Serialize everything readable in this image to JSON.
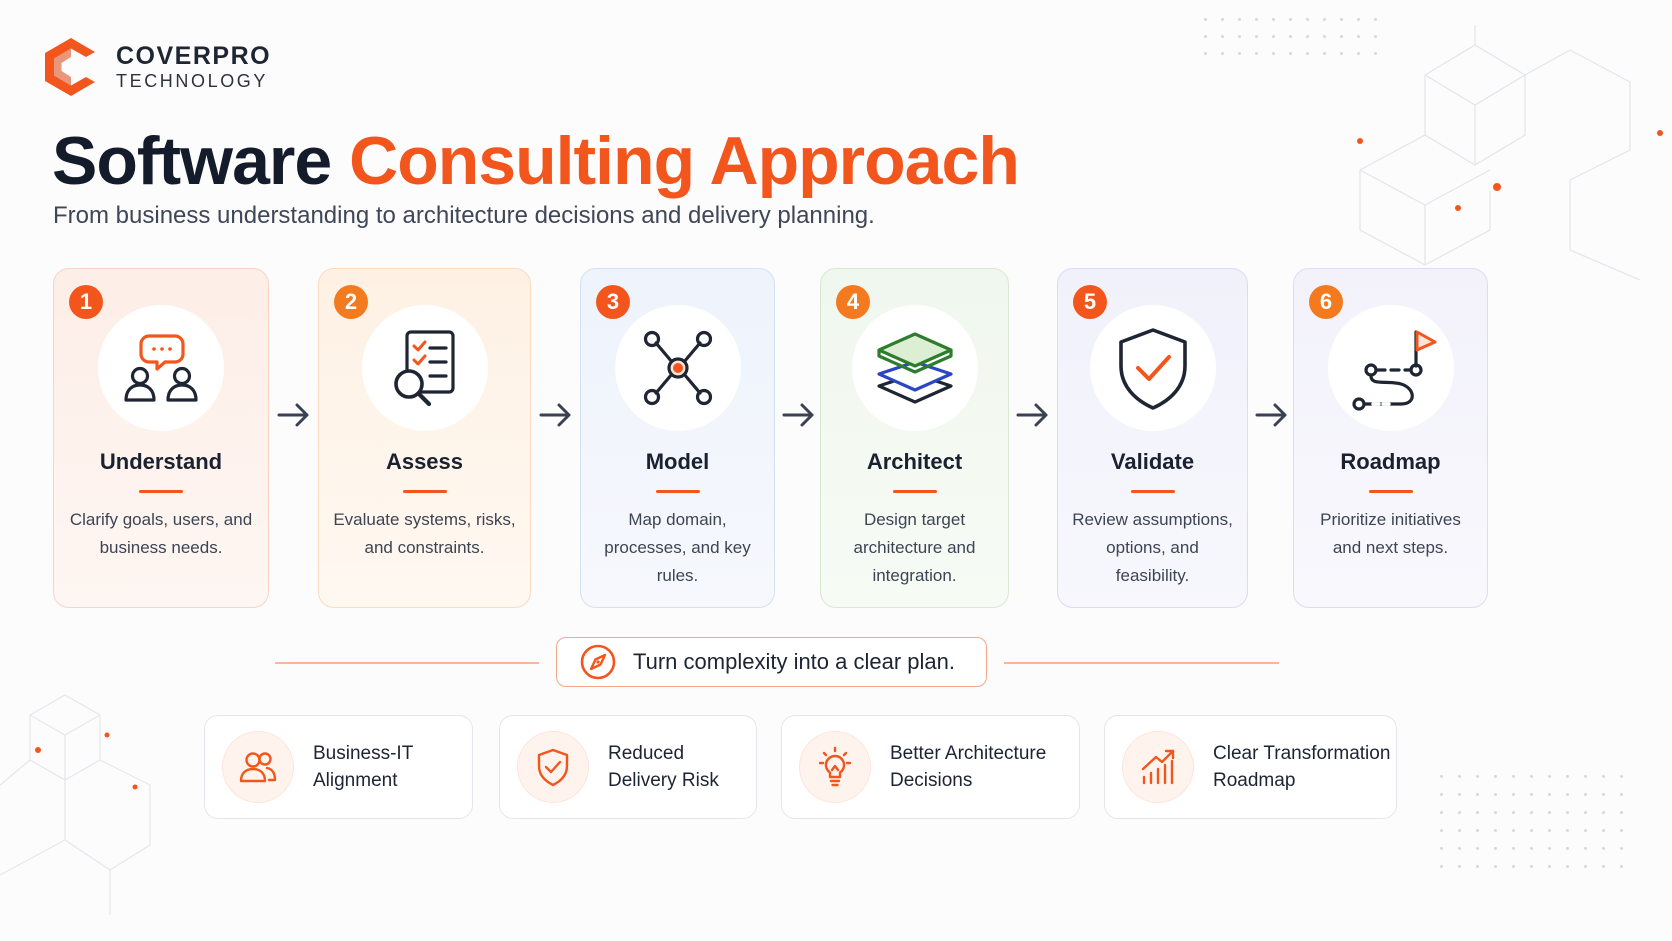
{
  "brand": {
    "name": "COVERPRO",
    "sub": "TECHNOLOGY",
    "accent_color": "#f2561d"
  },
  "title": {
    "part1": "Software",
    "part2": "Consulting Approach"
  },
  "subtitle": "From business understanding to architecture decisions and delivery planning.",
  "steps": [
    {
      "number": "1",
      "title": "Understand",
      "desc": "Clarify goals, users, and business needs.",
      "icon": "people-chat-icon",
      "badge_color": "#f2561d"
    },
    {
      "number": "2",
      "title": "Assess",
      "desc": "Evaluate systems, risks, and constraints.",
      "icon": "checklist-search-icon",
      "badge_color": "#f47a1f"
    },
    {
      "number": "3",
      "title": "Model",
      "desc": "Map domain, processes, and key rules.",
      "icon": "network-nodes-icon",
      "badge_color": "#f2561d"
    },
    {
      "number": "4",
      "title": "Architect",
      "desc": "Design target architecture and integration.",
      "icon": "layers-icon",
      "badge_color": "#f47a1f"
    },
    {
      "number": "5",
      "title": "Validate",
      "desc": "Review assumptions, options, and feasibility.",
      "icon": "shield-check-icon",
      "badge_color": "#f2561d"
    },
    {
      "number": "6",
      "title": "Roadmap",
      "desc": "Prioritize initiatives and next steps.",
      "icon": "route-flag-icon",
      "badge_color": "#f47a1f"
    }
  ],
  "tagline": {
    "text": "Turn complexity into a clear plan.",
    "icon": "compass-icon"
  },
  "benefits": [
    {
      "line1": "Business-IT",
      "line2": "Alignment",
      "icon": "users-icon"
    },
    {
      "line1": "Reduced",
      "line2": "Delivery Risk",
      "icon": "shield-check-icon"
    },
    {
      "line1": "Better Architecture",
      "line2": "Decisions",
      "icon": "lightbulb-icon"
    },
    {
      "line1": "Clear Transformation",
      "line2": "Roadmap",
      "icon": "growth-chart-icon"
    }
  ]
}
